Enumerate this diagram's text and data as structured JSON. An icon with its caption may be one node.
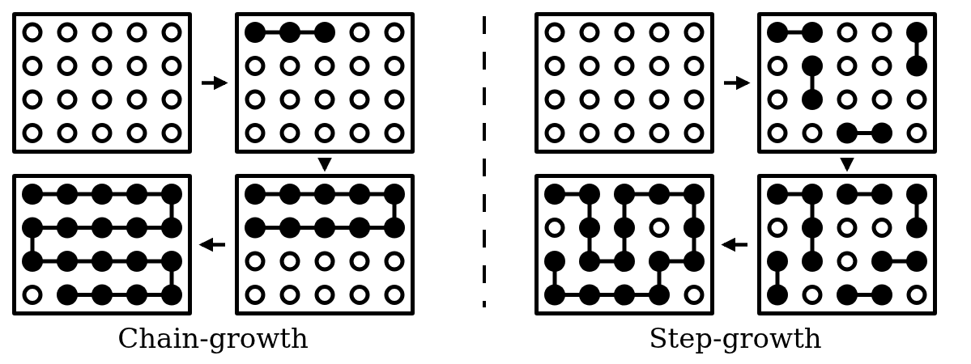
{
  "diagram": {
    "nodes": [
      {
        "text": [],
        "shape": "box"
      },
      {
        "text": [],
        "shape": "box"
      },
      {
        "text": [],
        "shape": "box"
      },
      {
        "text": [],
        "shape": "box"
      },
      {
        "text": [],
        "shape": "box"
      },
      {
        "text": [],
        "shape": "box"
      },
      {
        "text": [],
        "shape": "box"
      },
      {
        "text": [],
        "shape": "box"
      }
    ],
    "edges": [
      {
        "from": 0,
        "to": 1,
        "arrow": "to"
      },
      {
        "from": 1,
        "to": 3,
        "arrow": "to"
      },
      {
        "from": 3,
        "to": 2,
        "arrow": "to"
      },
      {
        "from": 4,
        "to": 5,
        "arrow": "to"
      },
      {
        "from": 5,
        "to": 7,
        "arrow": "to"
      },
      {
        "from": 7,
        "to": 6,
        "arrow": "to"
      }
    ],
    "labels": [
      "Chain-growth",
      "Step-growth"
    ]
  }
}
